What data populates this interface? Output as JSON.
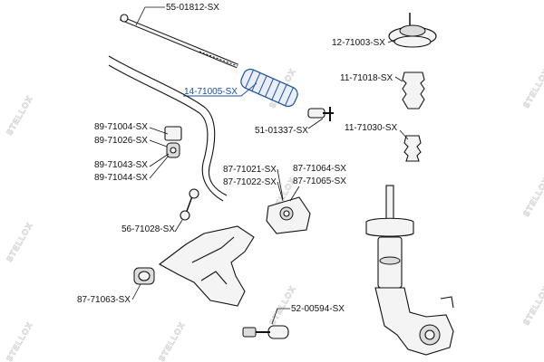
{
  "watermark": "STELLOX",
  "highlight_color": "#1a4fa0",
  "parts": [
    {
      "id": "tie-rod",
      "label": "55-01812-SX"
    },
    {
      "id": "boot",
      "label": "14-71005-SX",
      "highlighted": true
    },
    {
      "id": "strut-mount",
      "label": "12-71003-SX"
    },
    {
      "id": "bump-stop",
      "label": "11-71018-SX"
    },
    {
      "id": "tie-rod-end",
      "label": "51-01337-SX"
    },
    {
      "id": "dust-boot",
      "label": "11-71030-SX"
    },
    {
      "id": "stab-bush-1",
      "label": "89-71004-SX"
    },
    {
      "id": "stab-bush-2",
      "label": "89-71026-SX"
    },
    {
      "id": "stab-bush-3",
      "label": "89-71043-SX"
    },
    {
      "id": "stab-bush-4",
      "label": "89-71044-SX"
    },
    {
      "id": "arm-bush-1",
      "label": "87-71021-SX"
    },
    {
      "id": "arm-bush-2",
      "label": "87-71022-SX"
    },
    {
      "id": "arm-bush-3",
      "label": "87-71064-SX"
    },
    {
      "id": "arm-bush-4",
      "label": "87-71065-SX"
    },
    {
      "id": "stab-link",
      "label": "56-71028-SX"
    },
    {
      "id": "front-bush",
      "label": "87-71063-SX"
    },
    {
      "id": "ball-joint",
      "label": "52-00594-SX"
    }
  ]
}
